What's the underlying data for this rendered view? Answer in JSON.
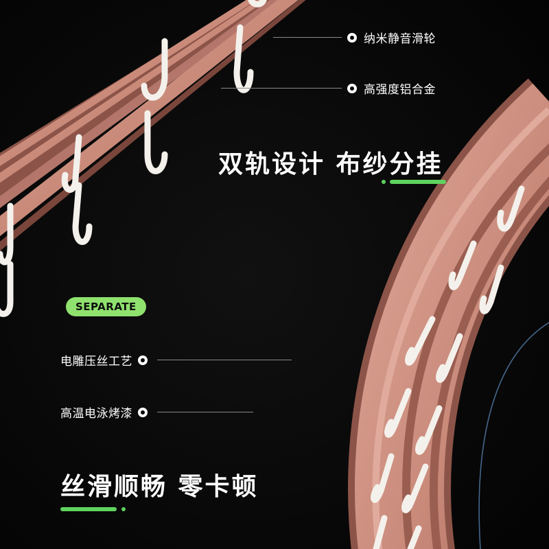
{
  "features_top": [
    {
      "label": "纳米静音滑轮"
    },
    {
      "label": "高强度铝合金"
    }
  ],
  "headline_top": "双轨设计 布纱分挂",
  "badge": "SEPARATE",
  "features_bottom": [
    {
      "label": "电雕压丝工艺"
    },
    {
      "label": "高温电泳烤漆"
    }
  ],
  "headline_bottom": "丝滑顺畅 零卡顿",
  "colors": {
    "background": "#050505",
    "rail": "#c98a7a",
    "accent_green": "#5fd35f",
    "badge_green": "#8fe26e",
    "hook": "#f4f1ec",
    "glow_blue": "#6fa8e6"
  }
}
